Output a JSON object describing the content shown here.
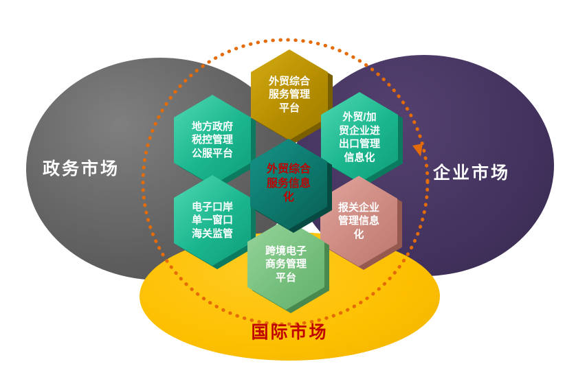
{
  "markets": {
    "government": {
      "label": "政务市场"
    },
    "enterprise": {
      "label": "企业市场"
    },
    "international": {
      "label": "国际市场"
    }
  },
  "hexagons": {
    "top_platform": {
      "label": "外贸综合\n服务管理\n平台"
    },
    "local_gov": {
      "label": "地方政府\n税控管理\n公服平台"
    },
    "import_export": {
      "label": "外贸/加\n贸企业进\n出口管理\n信息化"
    },
    "center": {
      "label": "外贸综合\n服务信息\n化"
    },
    "eport": {
      "label": "电子口岸\n单一窗口\n海关监管"
    },
    "customs_broker": {
      "label": "报关企业\n管理信息\n化"
    },
    "cross_border": {
      "label": "跨境电子\n商务管理\n平台"
    }
  },
  "colors": {
    "government_ellipse": "#5c5c5c",
    "enterprise_ellipse": "#41315c",
    "international_ellipse": "#fdbf00",
    "hex_top_gold": "#b68e00",
    "hex_teal": "#1bb68e",
    "hex_center_dark_teal": "#0d776b",
    "hex_pink": "#cd8a80",
    "hex_bottom_green": "#77c07e",
    "cycle_dotted_orange": "#e36c09",
    "center_text_red": "#c00000",
    "international_text_red": "#c00000",
    "connector_dashed": "#ffffff"
  }
}
